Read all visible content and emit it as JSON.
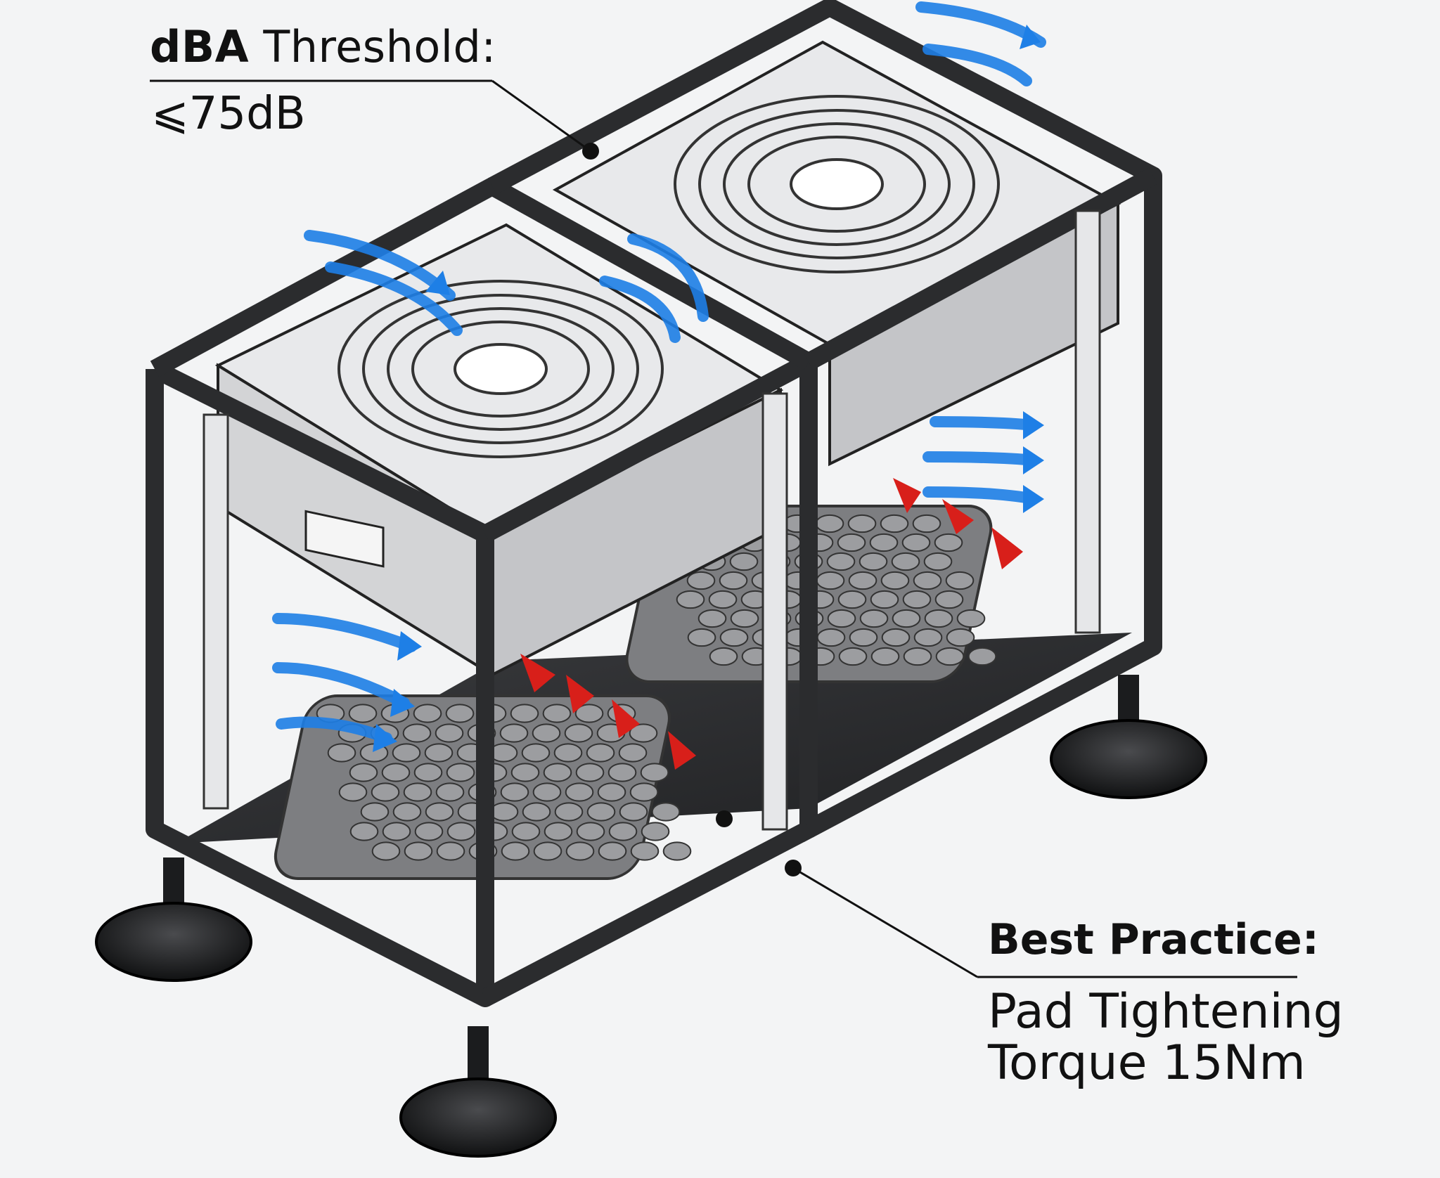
{
  "callouts": {
    "dba_threshold": {
      "label_bold": "dBA",
      "label_rest": " Threshold:",
      "value": "⩽75dB"
    },
    "best_practice": {
      "title": "Best Practice:",
      "line1": "Pad Tightening",
      "line2": "Torque 15Nm"
    }
  },
  "colors": {
    "frame": "#2b2c2e",
    "fan_panel": "#e3e4e6",
    "airflow": "#1e7fe6",
    "damping_arrow": "#d81f1a",
    "pad": "#8a8b8e",
    "text": "#111111"
  },
  "icons": [
    "fan-grille-icon",
    "airflow-arrow-icon",
    "vibration-arrow-icon",
    "leveling-foot-icon",
    "honeycomb-pad-icon"
  ]
}
